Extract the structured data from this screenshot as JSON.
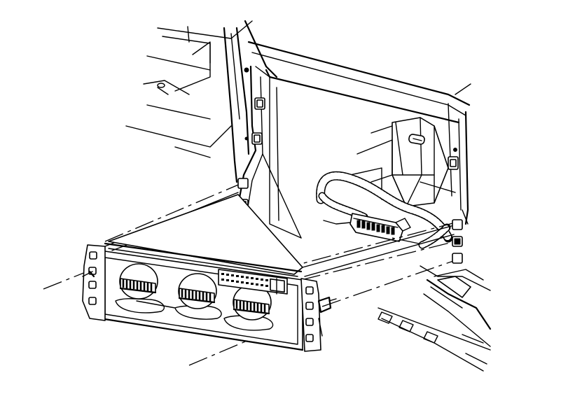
{
  "figure": {
    "kind": "exploded service illustration, line art",
    "colors": {
      "ink": "#000000",
      "paper": "#ffffff"
    },
    "parts": [
      "instrument-panel-frame",
      "mounting-bracket",
      "wiring-harness",
      "harness-connector",
      "hvac-control-assembly",
      "control-knob-left",
      "control-knob-center",
      "control-knob-right",
      "control-button-grid",
      "fastener-left",
      "fastener-right"
    ]
  }
}
